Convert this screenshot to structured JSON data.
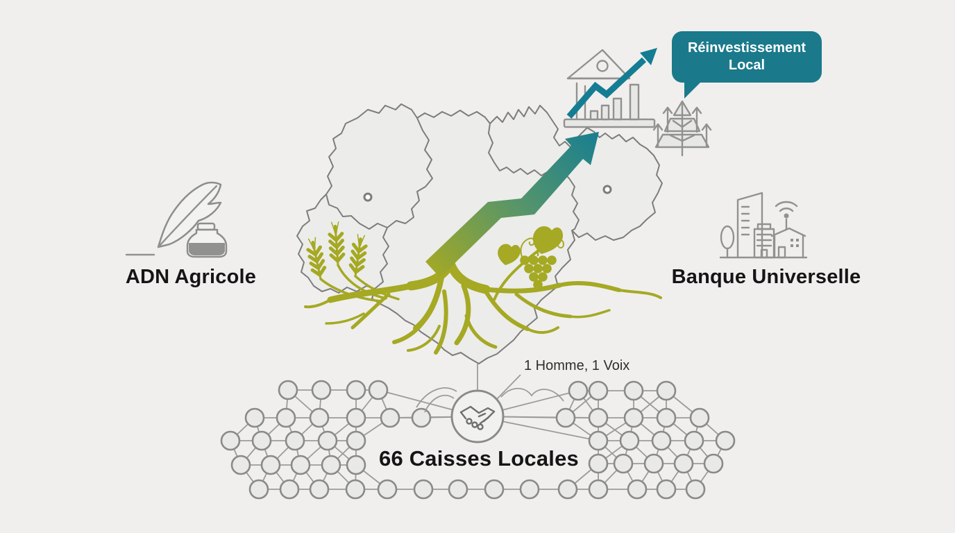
{
  "labels": {
    "adn": "ADN Agricole",
    "banque": "Banque Universelle",
    "caisses": "66 Caisses Locales",
    "governance": "1 Homme, 1 Voix"
  },
  "bubble": {
    "line1": "Réinvestissement",
    "line2": "Local"
  },
  "icons": {
    "left_value": "quill-and-inkwell-icon",
    "growth": "bank-and-bar-chart-icon",
    "reinvestment": "growing-tree-icon",
    "right_value": "city-buildings-icon",
    "governance_hub": "handshake-icon",
    "territory": "regional-map-with-roots",
    "agriculture_left": "wheat-stalks",
    "agriculture_right": "grape-vine",
    "membership": "member-network-nodes"
  },
  "colors": {
    "background": "#f0efee",
    "map_fill": "#ececea",
    "map_stroke": "#7c7c7a",
    "accent_olive": "#a5a923",
    "accent_teal": "#147d93",
    "gradient_mid": "#56956a",
    "bubble": "#1a7a8b",
    "icon_gray": "#919190",
    "text": "#151515"
  }
}
